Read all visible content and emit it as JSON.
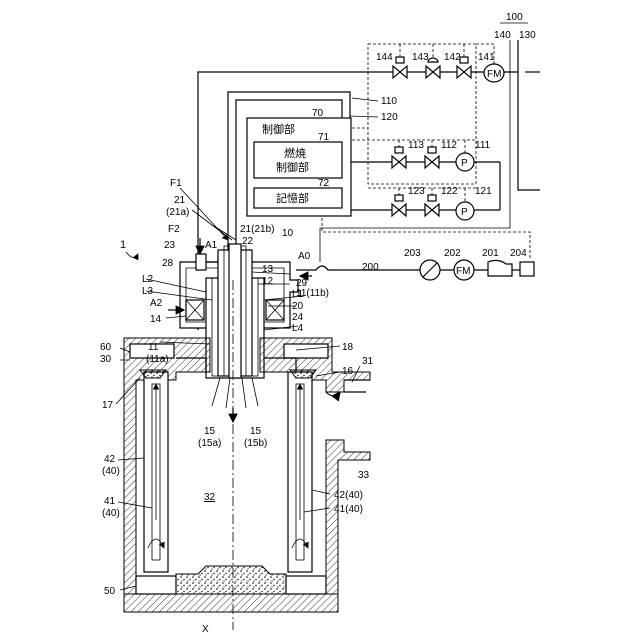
{
  "labels": {
    "l100": "100",
    "l140": "140",
    "l130": "130",
    "l144": "144",
    "l143": "143",
    "l142": "142",
    "l141": "141",
    "fm": "FM",
    "l110": "110",
    "l120": "120",
    "l70": "70",
    "control": "制御部",
    "l71": "71",
    "combust1": "燃焼",
    "combust2": "制御部",
    "l72": "72",
    "storage": "記憶部",
    "l113": "113",
    "l112": "112",
    "l111": "111",
    "l123": "123",
    "l122": "122",
    "l121": "121",
    "p": "P",
    "l200": "200",
    "l203": "203",
    "l202": "202",
    "l201": "201",
    "l204": "204",
    "F1": "F1",
    "l21": "21",
    "l21a": "(21a)",
    "F2": "F2",
    "A1": "A1",
    "l21b": "21(21b)",
    "l22": "22",
    "l10": "10",
    "l23": "23",
    "l28": "28",
    "l13": "13",
    "l12": "12",
    "l29": "29",
    "A0": "A0",
    "L2": "L2",
    "L3": "L3",
    "l11b": "11(11b)",
    "A2": "A2",
    "L1": "L1",
    "l20": "20",
    "l24": "24",
    "l14": "14",
    "L4": "L4",
    "l1": "1",
    "l60": "60",
    "l30": "30",
    "l11": "11",
    "l11a": "(11a)",
    "l18": "18",
    "l31": "31",
    "l16": "16",
    "l17": "17",
    "l15a": "15",
    "l15a2": "(15a)",
    "l15b": "15",
    "l15b2": "(15b)",
    "l42": "42",
    "l40a": "(40)",
    "l33": "33",
    "l32": "32",
    "l41": "41",
    "l40b": "(40)",
    "l4240": "42(40)",
    "l4140": "41(40)",
    "l50": "50",
    "X": "X"
  }
}
